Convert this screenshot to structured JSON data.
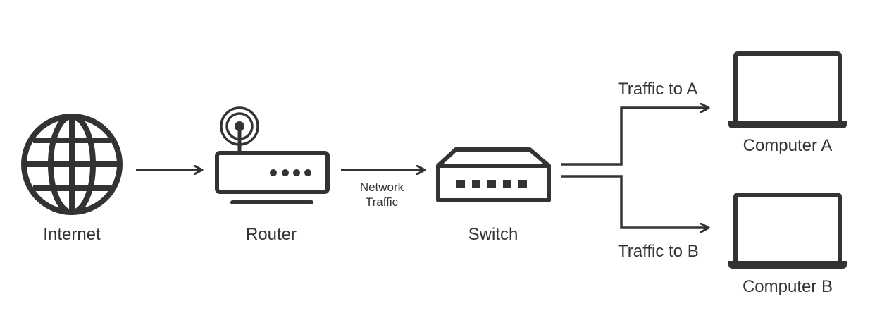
{
  "colors": {
    "stroke": "#333333",
    "text": "#333333",
    "background": "#ffffff"
  },
  "nodes": {
    "internet": {
      "label": "Internet",
      "icon": "globe-icon"
    },
    "router": {
      "label": "Router",
      "icon": "wifi-router-icon"
    },
    "switch": {
      "label": "Switch",
      "icon": "network-switch-icon"
    },
    "computer_a": {
      "label": "Computer A",
      "icon": "laptop-icon"
    },
    "computer_b": {
      "label": "Computer B",
      "icon": "laptop-icon"
    }
  },
  "edges": {
    "router_to_switch": {
      "label_line1": "Network",
      "label_line2": "Traffic"
    },
    "to_a": {
      "label": "Traffic to A"
    },
    "to_b": {
      "label": "Traffic to B"
    }
  }
}
